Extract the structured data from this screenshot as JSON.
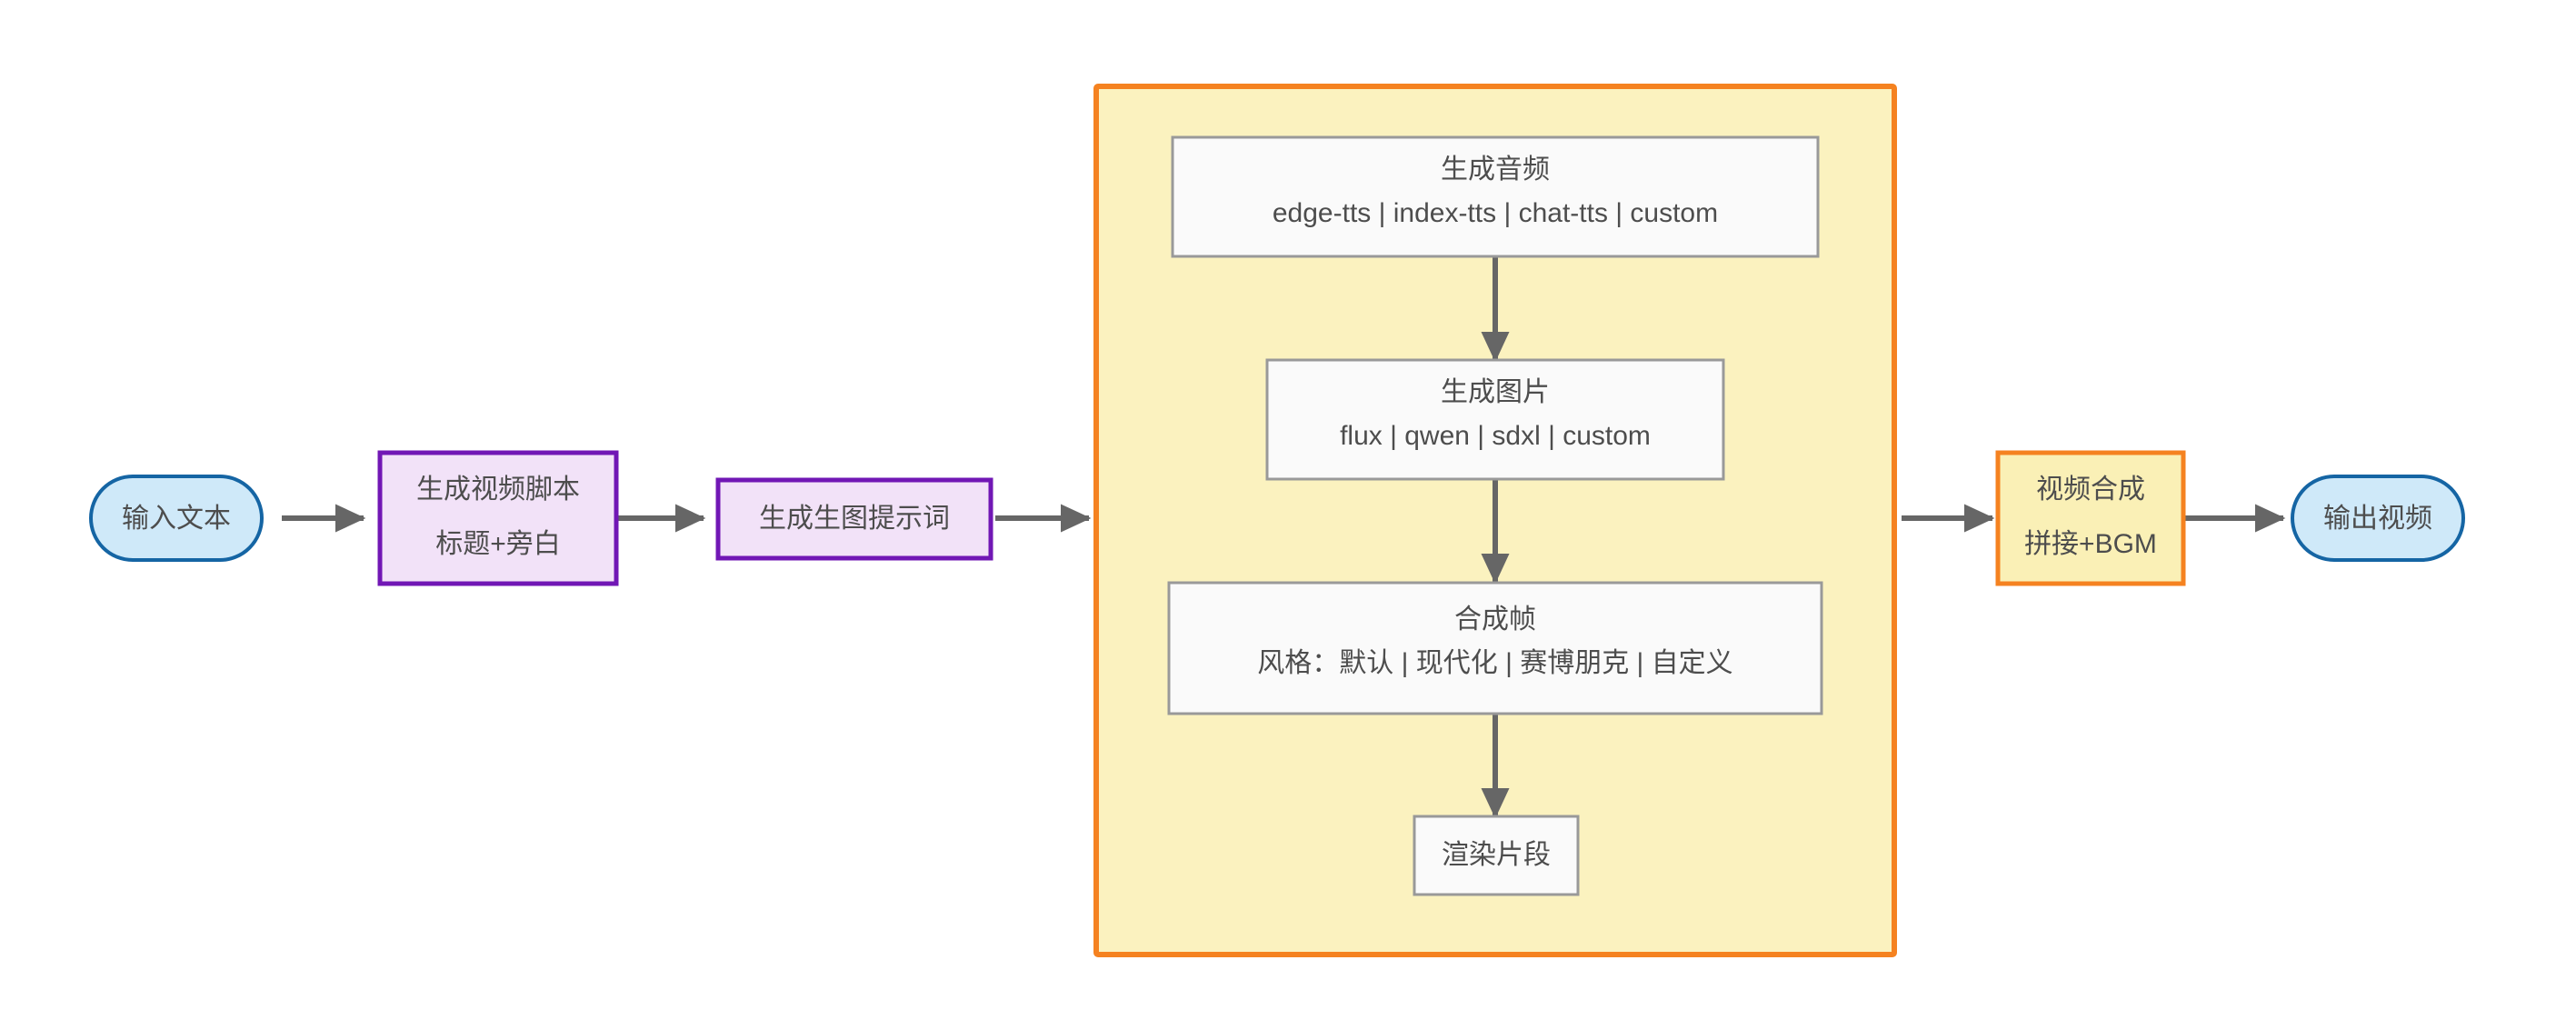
{
  "diagram": {
    "title_present": false,
    "background_color": "#ffffff",
    "colors": {
      "terminal_fill": "#cfe9f9",
      "terminal_stroke": "#1565a4",
      "process_purple_fill": "#f2e2f8",
      "process_purple_stroke": "#7117b5",
      "process_orange_fill": "#faf0b6",
      "process_orange_stroke": "#f58220",
      "subgraph_fill": "#fbf2bf",
      "subgraph_stroke": "#f58220",
      "inner_box_fill": "#fafafa",
      "inner_box_stroke": "#999999",
      "edge_color": "#666666",
      "text_color": "#4d4d4d"
    },
    "nodes": {
      "input_text": {
        "label": "输入文本",
        "shape": "stadium",
        "style": "terminal"
      },
      "gen_script": {
        "line1": "生成视频脚本",
        "line2": "标题+旁白",
        "shape": "rect",
        "style": "purple"
      },
      "gen_prompt": {
        "label": "生成生图提示词",
        "shape": "rect",
        "style": "purple"
      },
      "gen_audio": {
        "line1": "生成音频",
        "line2": "edge-tts | index-tts | chat-tts | custom",
        "shape": "rect",
        "style": "plain"
      },
      "gen_image": {
        "line1": "生成图片",
        "line2": "flux | qwen | sdxl | custom",
        "shape": "rect",
        "style": "plain"
      },
      "compose_frame": {
        "line1": "合成帧",
        "line2": "风格：默认 | 现代化 | 赛博朋克 | 自定义",
        "shape": "rect",
        "style": "plain"
      },
      "render_clip": {
        "label": "渲染片段",
        "shape": "rect",
        "style": "plain"
      },
      "video_merge": {
        "line1": "视频合成",
        "line2": "拼接+BGM",
        "shape": "rect",
        "style": "orange"
      },
      "output_video": {
        "label": "输出视频",
        "shape": "stadium",
        "style": "terminal"
      }
    },
    "subgraph": {
      "name": "pipeline-group",
      "label": "",
      "children": [
        "gen_audio",
        "gen_image",
        "compose_frame",
        "render_clip"
      ]
    },
    "edges": [
      {
        "from": "input_text",
        "to": "gen_script",
        "direction": "right"
      },
      {
        "from": "gen_script",
        "to": "gen_prompt",
        "direction": "right"
      },
      {
        "from": "gen_prompt",
        "to": "pipeline-group",
        "direction": "right"
      },
      {
        "from": "gen_audio",
        "to": "gen_image",
        "direction": "down"
      },
      {
        "from": "gen_image",
        "to": "compose_frame",
        "direction": "down"
      },
      {
        "from": "compose_frame",
        "to": "render_clip",
        "direction": "down"
      },
      {
        "from": "pipeline-group",
        "to": "video_merge",
        "direction": "right"
      },
      {
        "from": "video_merge",
        "to": "output_video",
        "direction": "right"
      }
    ]
  }
}
